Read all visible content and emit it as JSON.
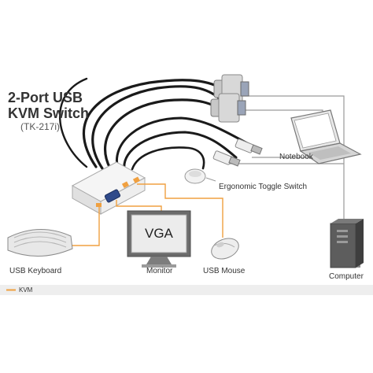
{
  "title": {
    "line1": "2-Port USB",
    "line2": "KVM Switch",
    "model": "(TK-217i)"
  },
  "labels": {
    "notebook": "Notebook",
    "toggle_switch": "Ergonomic Toggle Switch",
    "usb_keyboard": "USB Keyboard",
    "monitor": "Monitor",
    "usb_mouse": "USB Mouse",
    "computer": "Computer"
  },
  "screen_text": "VGA",
  "legend": {
    "kvm": "KVM"
  },
  "colors": {
    "kvm_line": "#f0a040",
    "gray_line": "#9a9a9a",
    "cable": "#1a1a1a"
  }
}
